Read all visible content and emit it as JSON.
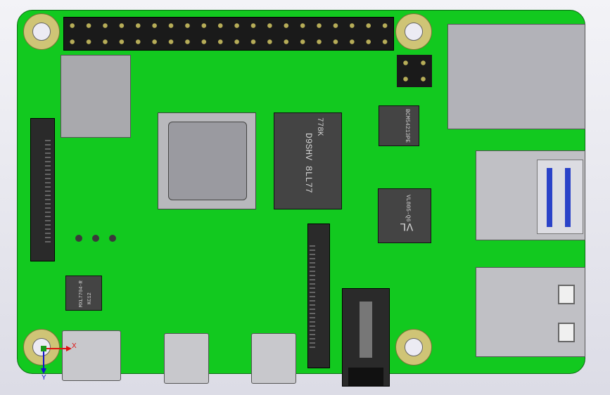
{
  "labels": {
    "memory_chip": "D9SHV 8LL77",
    "memory_chip_code": "778K",
    "ethernet_chip": "BCM54213PE",
    "usb_chip": "VL805-Q6",
    "usb_chip_logo": "VL",
    "power_chip": "MXL7704-R",
    "power_chip_code": "KC12"
  },
  "axis": {
    "x_label": "X",
    "y_label": "Y"
  },
  "colors": {
    "board": "#12c91f",
    "mount_ring": "#cfc476",
    "usb3_blue": "#2a42c8"
  }
}
